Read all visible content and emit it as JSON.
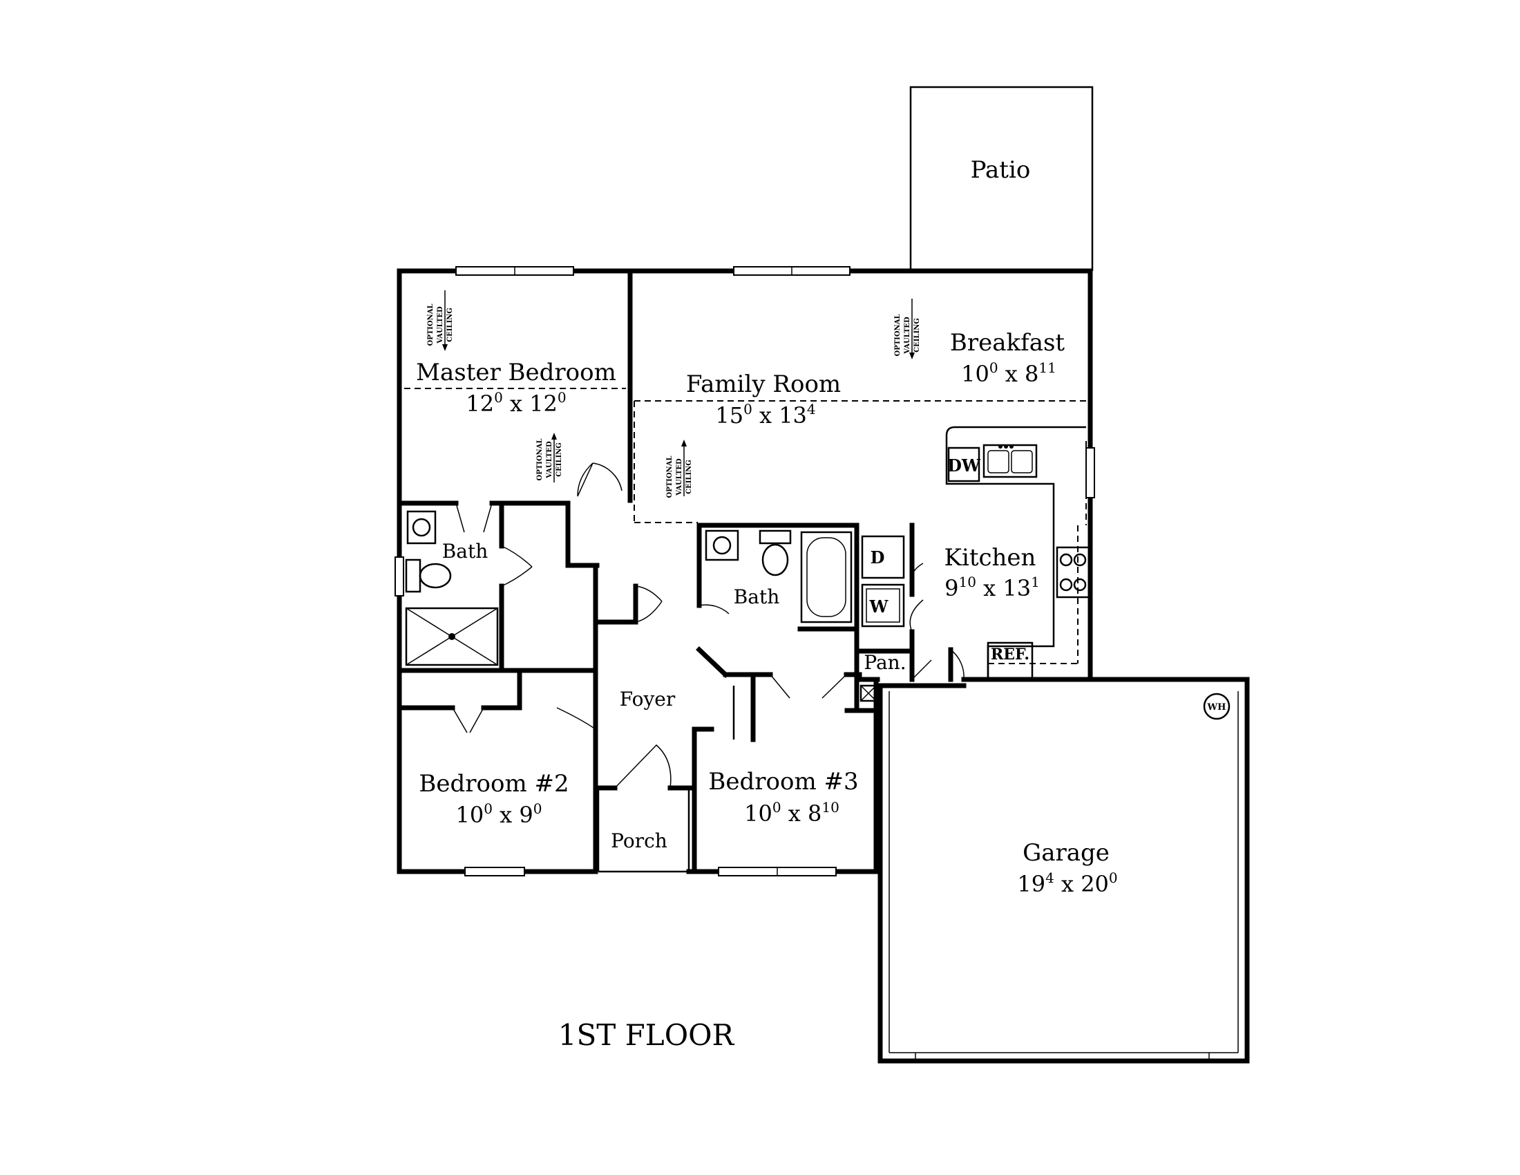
{
  "title": "1ST FLOOR",
  "rooms": {
    "patio": {
      "name": "Patio"
    },
    "master_bedroom": {
      "name": "Master Bedroom",
      "w_ft": "12",
      "w_in": "0",
      "l_ft": "12",
      "l_in": "0"
    },
    "family_room": {
      "name": "Family Room",
      "w_ft": "15",
      "w_in": "0",
      "l_ft": "13",
      "l_in": "4"
    },
    "breakfast": {
      "name": "Breakfast",
      "w_ft": "10",
      "w_in": "0",
      "l_ft": "8",
      "l_in": "11"
    },
    "kitchen": {
      "name": "Kitchen",
      "w_ft": "9",
      "w_in": "10",
      "l_ft": "13",
      "l_in": "1"
    },
    "master_bath": {
      "name": "Bath"
    },
    "hall_bath": {
      "name": "Bath"
    },
    "foyer": {
      "name": "Foyer"
    },
    "porch": {
      "name": "Porch"
    },
    "pantry": {
      "name": "Pan."
    },
    "bedroom2": {
      "name": "Bedroom #2",
      "w_ft": "10",
      "w_in": "0",
      "l_ft": "9",
      "l_in": "0"
    },
    "bedroom3": {
      "name": "Bedroom #3",
      "w_ft": "10",
      "w_in": "0",
      "l_ft": "8",
      "l_in": "10"
    },
    "garage": {
      "name": "Garage",
      "w_ft": "19",
      "w_in": "4",
      "l_ft": "20",
      "l_in": "0"
    }
  },
  "dim_separator": "x",
  "appliances": {
    "dishwasher": "DW",
    "dryer": "D",
    "washer": "W",
    "refrigerator": "REF.",
    "water_heater": "WH"
  },
  "ceiling_note": {
    "line1": "OPTIONAL",
    "line2": "VAULTED",
    "line3": "CEILING"
  }
}
